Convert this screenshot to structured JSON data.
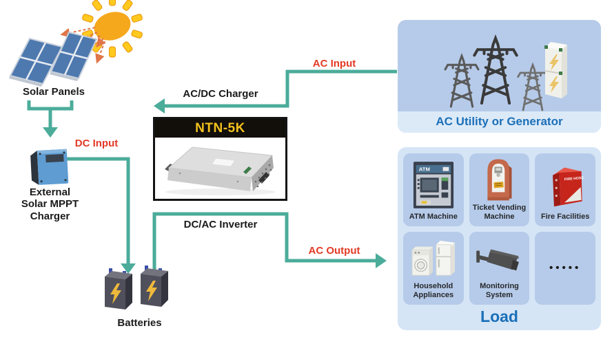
{
  "solar": {
    "label": "Solar Panels"
  },
  "mppt": {
    "line1": "External",
    "line2": "Solar MPPT Charger"
  },
  "batteries": {
    "label": "Batteries"
  },
  "inverter": {
    "model": "NTN-5K"
  },
  "flows": {
    "ac_input": "AC Input",
    "acdc_charger": "AC/DC Charger",
    "dc_input": "DC Input",
    "dcac_inverter": "DC/AC Inverter",
    "ac_output": "AC Output"
  },
  "ac_utility": {
    "label": "AC Utility or Generator"
  },
  "load": {
    "title": "Load",
    "atm_icon_text": "ATM",
    "fire_icon_text": "FIRE HOSE",
    "items": [
      {
        "label": "ATM Machine"
      },
      {
        "label": "Ticket Vending\nMachine"
      },
      {
        "label": "Fire Facilities"
      },
      {
        "label": "Household\nAppliances"
      },
      {
        "label": "Monitoring\nSystem"
      },
      {
        "label": "•••••"
      }
    ]
  },
  "colors": {
    "line_teal": "#4bac9a",
    "flow_red": "#e23a26",
    "box_blue": "#b6cbe9",
    "box_light_blue": "#d5e5f6",
    "strip_light": "#dceaf8",
    "title_blue": "#1b6fb8",
    "model_gold": "#f2c21e",
    "sun_orange": "#f5a81c",
    "panel_blue": "#4e79af"
  }
}
